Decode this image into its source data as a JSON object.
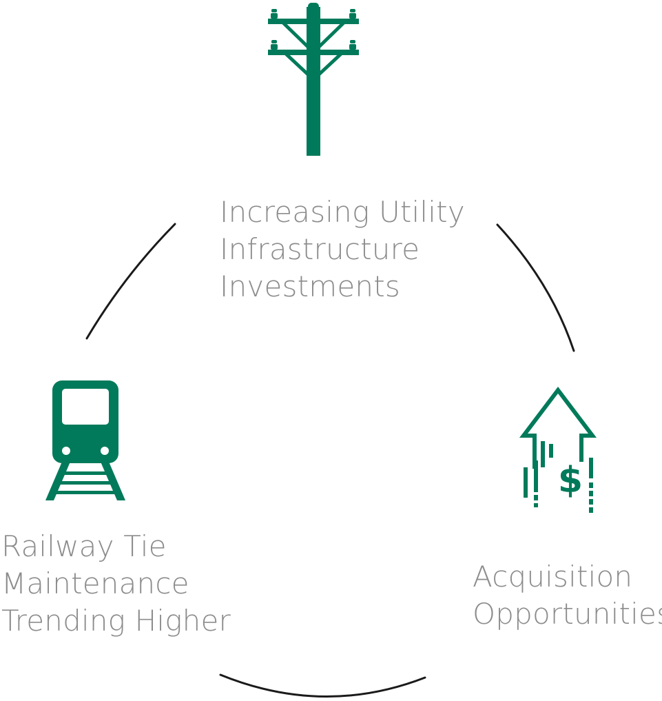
{
  "colors": {
    "accent": "#007A5A",
    "text": "#8c8c8c",
    "arc": "#1a1a1a"
  },
  "nodes": [
    {
      "id": "utility",
      "icon": "utility-pole-icon",
      "lines": [
        "Increasing Utility",
        "Infrastructure",
        "Investments"
      ]
    },
    {
      "id": "railway",
      "icon": "train-on-tracks-icon",
      "lines": [
        "Railway Tie",
        "Maintenance",
        "Trending Higher"
      ]
    },
    {
      "id": "acquisition",
      "icon": "dollar-up-arrow-icon",
      "lines": [
        "Acquisition",
        "Opportunities"
      ]
    }
  ]
}
